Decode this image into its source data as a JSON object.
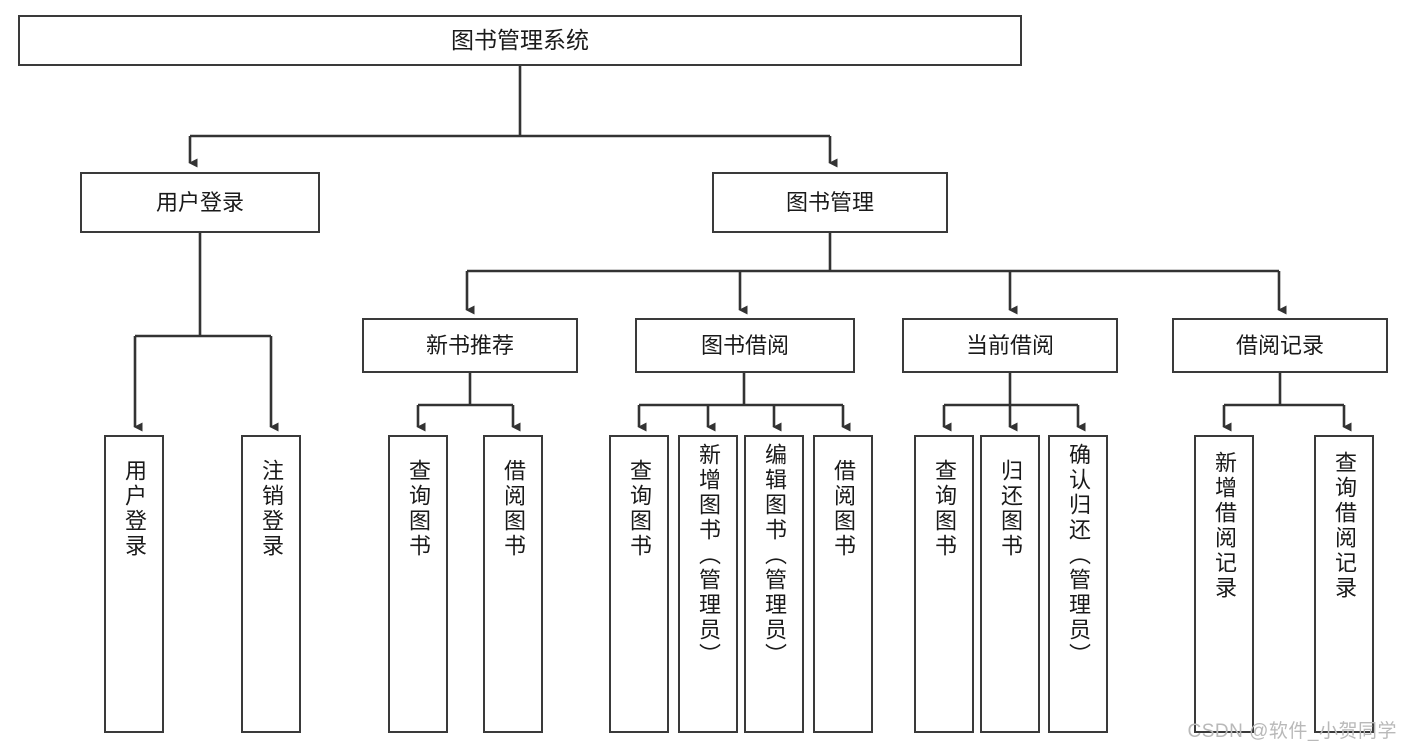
{
  "diagram": {
    "title": "图书管理系统",
    "type": "hierarchy-tree",
    "orientation": "top-down",
    "levels": 4,
    "colors": {
      "box_border": "#3a3a3a",
      "box_fill": "#ffffff",
      "connector": "#333333",
      "text": "#1a1a1a",
      "watermark": "#b9b9b9"
    },
    "root": {
      "label": "图书管理系统"
    },
    "level2": [
      {
        "label": "用户登录"
      },
      {
        "label": "图书管理"
      }
    ],
    "level3": [
      {
        "label": "新书推荐"
      },
      {
        "label": "图书借阅"
      },
      {
        "label": "当前借阅"
      },
      {
        "label": "借阅记录"
      }
    ],
    "leaves": {
      "user_login": [
        {
          "label": "用户登录"
        },
        {
          "label": "注销登录"
        }
      ],
      "new_book_recommend": [
        {
          "label": "查询图书"
        },
        {
          "label": "借阅图书"
        }
      ],
      "book_borrow": [
        {
          "label": "查询图书"
        },
        {
          "label": "新增图书（管理员）"
        },
        {
          "label": "编辑图书（管理员）"
        },
        {
          "label": "借阅图书"
        }
      ],
      "current_borrow": [
        {
          "label": "查询图书"
        },
        {
          "label": "归还图书"
        },
        {
          "label": "确认归还（管理员）"
        }
      ],
      "borrow_records": [
        {
          "label": "新增借阅记录"
        },
        {
          "label": "查询借阅记录"
        }
      ]
    }
  },
  "watermark": {
    "text": "CSDN @软件_小贺同学"
  }
}
